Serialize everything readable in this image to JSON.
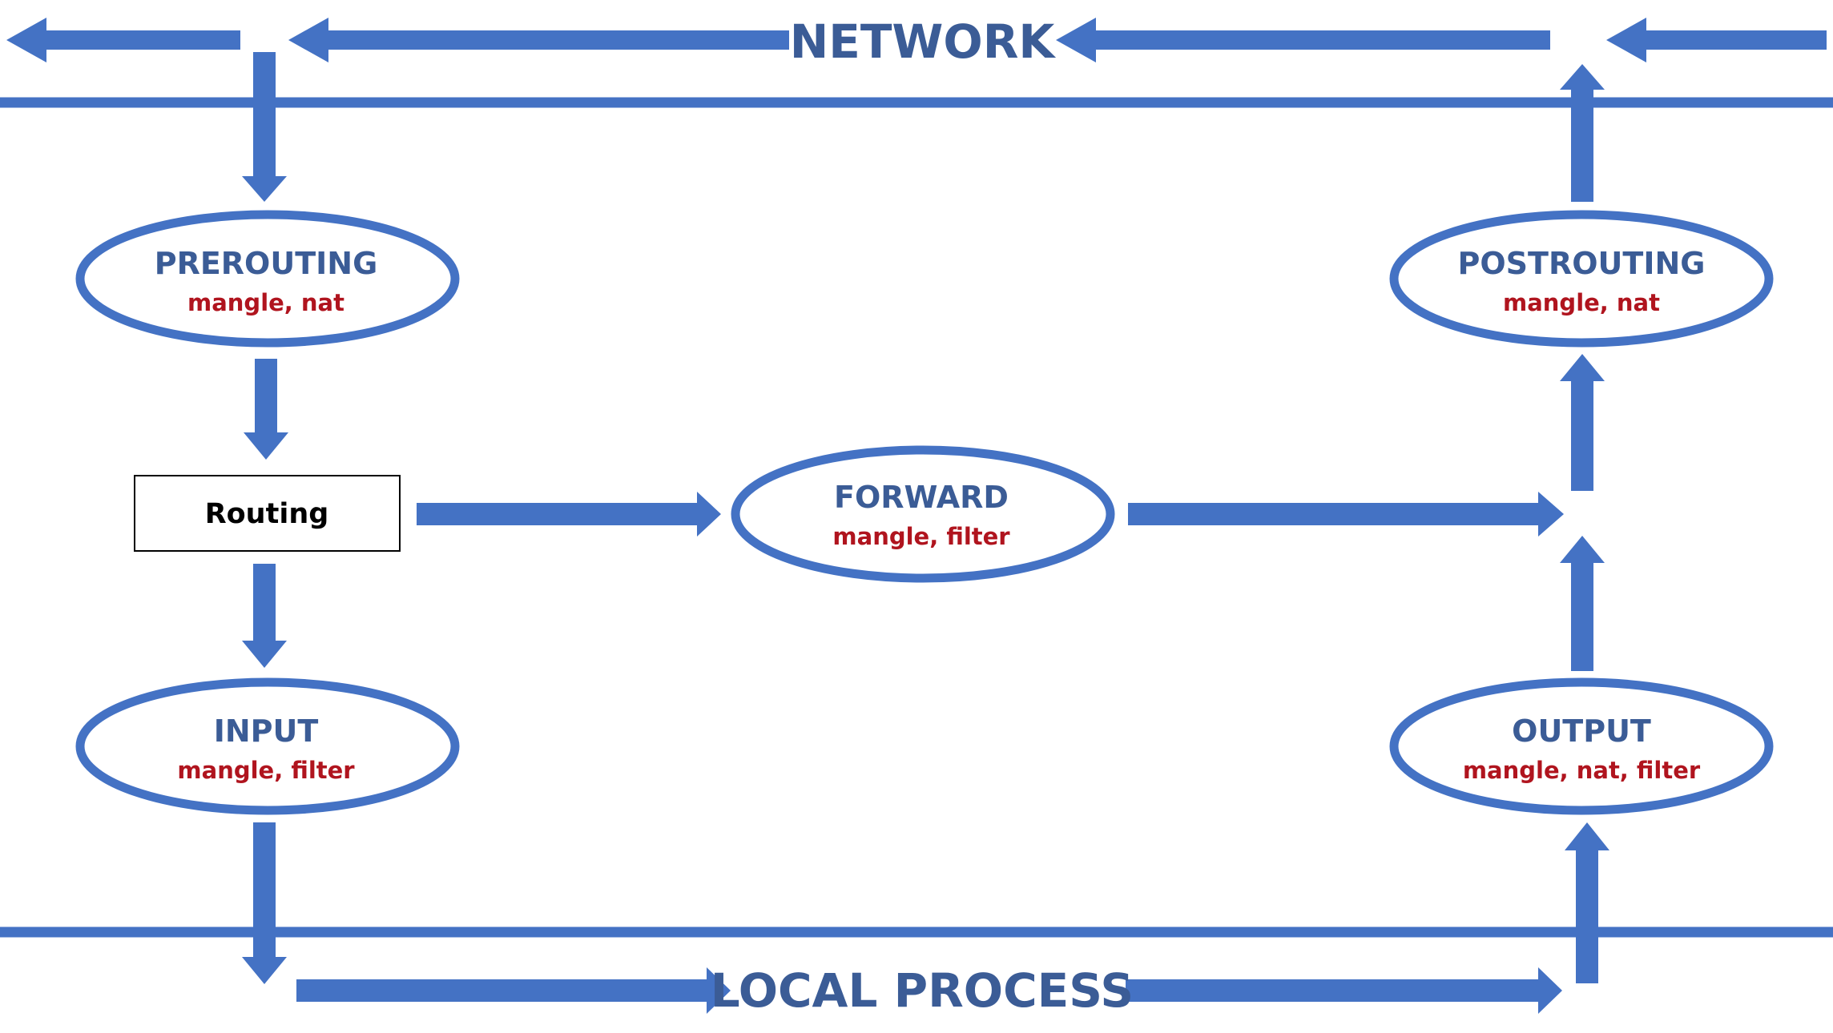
{
  "labels": {
    "network": "NETWORK",
    "local_process": "LOCAL PROCESS",
    "routing": "Routing"
  },
  "chains": {
    "prerouting": {
      "name": "PREROUTING",
      "tables": "mangle, nat"
    },
    "postrouting": {
      "name": "POSTROUTING",
      "tables": "mangle, nat"
    },
    "forward": {
      "name": "FORWARD",
      "tables": "mangle, filter"
    },
    "input": {
      "name": "INPUT",
      "tables": "mangle, filter"
    },
    "output": {
      "name": "OUTPUT",
      "tables": "mangle, nat, filter"
    }
  },
  "colors": {
    "accent": "#4472c4",
    "chain_title": "#3b5c96",
    "table_text": "#b0141e"
  }
}
